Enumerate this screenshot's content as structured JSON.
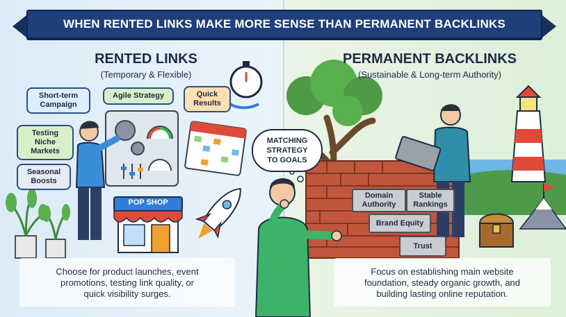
{
  "banner": {
    "title": "WHEN RENTED LINKS MAKE MORE SENSE THAN PERMANENT BACKLINKS"
  },
  "left": {
    "title": "RENTED LINKS",
    "subtitle": "(Temporary & Flexible)",
    "tags": {
      "short_term": "Short-term Campaign",
      "agile": "Agile Strategy",
      "quick": "Quick Results",
      "testing": "Testing Niche Markets",
      "seasonal": "Seasonal Boosts"
    },
    "shop_sign": "POP SHOP",
    "caption_lines": [
      "Choose for product launches, event",
      "promotions, testing link quality, or",
      "quick visibility surges."
    ]
  },
  "center": {
    "bubble_lines": [
      "MATCHING",
      "STRATEGY",
      "TO GOALS"
    ]
  },
  "right": {
    "title": "PERMANENT BACKLINKS",
    "subtitle": "(Sustainable & Long-term Authority)",
    "blocks": {
      "domain": "Domain Authority",
      "stable": "Stable Rankings",
      "brand": "Brand Equity",
      "trust": "Trust"
    },
    "caption_lines": [
      "Focus on establishing main website",
      "foundation, steady organic growth, and",
      "building lasting online reputation."
    ]
  },
  "colors": {
    "navy": "#1f3f7a",
    "brick": "#c0563b",
    "sky_left": "#dcebf7",
    "grass_right": "#dcefd8"
  }
}
